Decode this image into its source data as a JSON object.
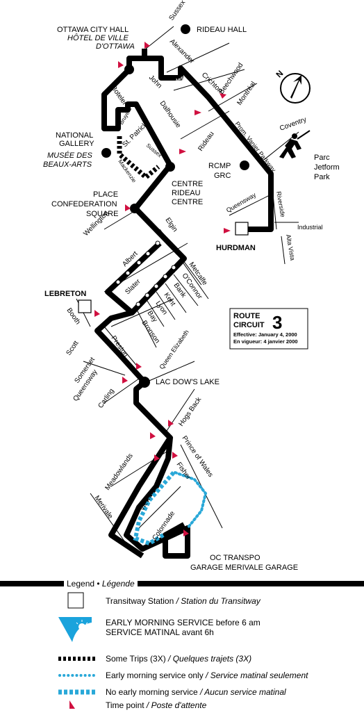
{
  "colors": {
    "route": "#000000",
    "early_morning": "#29a8d8",
    "time_point": "#d01040",
    "early_icon": "#1aa3dc"
  },
  "route_box": {
    "route_label": "ROUTE",
    "circuit_label": "CIRCUIT",
    "number": "3",
    "effective": "Effective: January 4, 2000",
    "en_vigueur": "En vigueur: 4 janvier 2000"
  },
  "places": {
    "city_hall_en": "OTTAWA CITY HALL",
    "city_hall_fr1": "HÔTEL DE VILLE",
    "city_hall_fr2": "D'OTTAWA",
    "rideau_hall": "RIDEAU HALL",
    "gallery_en1": "NATIONAL",
    "gallery_en2": "GALLERY",
    "gallery_fr1": "MUSÉE DES",
    "gallery_fr2": "BEAUX-ARTS",
    "rcmp": "RCMP",
    "grc": "GRC",
    "park1": "Parc",
    "park2": "Jetform",
    "park3": "Park",
    "centre1": "CENTRE",
    "centre2": "RIDEAU",
    "centre3": "CENTRE",
    "place1": "PLACE",
    "place2": "CONFEDERATION",
    "place3": "SQUARE",
    "hurdman": "HURDMAN",
    "lebreton": "LEBRETON",
    "dows_lake": "LAC DOW'S LAKE",
    "garage1": "OC TRANSPO",
    "garage2": "GARAGE MERIVALE GARAGE"
  },
  "streets": {
    "sussex_top": "Sussex",
    "alexander": "Alexander",
    "john": "John",
    "charles": "Charles",
    "crichton": "Crichton",
    "beechwood": "Beechwood",
    "montreal": "Montréal",
    "coventry": "Coventry",
    "boteler": "Boteler",
    "bruyere": "Bruyère",
    "dalhousie": "Dalhousie",
    "st_patrick": "St. Patrick",
    "sussex_mid": "Sussex",
    "mackenzie": "Mackenzie",
    "rideau": "Rideau",
    "vanier": "Prom. Vanier Parkway",
    "queensway_east": "Queensway",
    "riverside": "Riverside",
    "industrial": "Industrial",
    "alta_vista": "Alta Vista",
    "wellington": "Wellington",
    "elgin": "Elgin",
    "albert": "Albert",
    "slater": "Slater",
    "metcalfe": "Metcalfe",
    "oconnor": "O'Connor",
    "bank": "Bank",
    "kent": "Kent",
    "lyon": "Lyon",
    "bay": "Bay",
    "bronson": "Bronson",
    "booth": "Booth",
    "scott": "Scott",
    "preston": "Preston",
    "somerset": "Somerset",
    "queensway_west": "Queensway",
    "queen_elizabeth": "Queen Elizabeth",
    "carling": "Carling",
    "hogs_back": "Hogs Back",
    "prince_of_wales": "Prince of Wales",
    "meadowlands": "Meadowlands",
    "fisher": "Fisher",
    "viewmount": "Viewmount",
    "colonnade": "Colonnade",
    "merivale": "Merivale"
  },
  "compass": {
    "north": "N"
  },
  "legend": {
    "title_en": "Legend",
    "sep": " • ",
    "title_fr": "Légende",
    "station_en": "Transitway Station",
    "station_fr": " / Station du Transitway",
    "early_line1": "EARLY MORNING SERVICE before 6 am",
    "early_line2": "SERVICE MATINAL avant 6h",
    "some_en": "Some Trips (3X)",
    "some_fr": " / Quelques trajets (3X)",
    "early_only_en": "Early morning service only",
    "early_only_fr": " / Service matinal seulement",
    "no_early_en": "No early morning service",
    "no_early_fr": " / Aucun service matinal",
    "time_en": "Time point",
    "time_fr": " / Poste d'attente"
  }
}
